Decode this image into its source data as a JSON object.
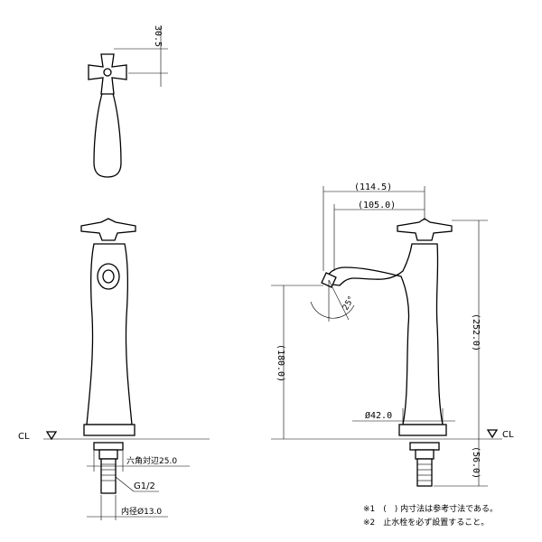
{
  "dimensions": {
    "handle_height": "30.5",
    "spout_reach_ref": "(114.5)",
    "spout_reach": "(105.0)",
    "overall_height": "(252.0)",
    "spout_height": "(180.0)",
    "below_counter": "(56.0)",
    "base_diameter": "Ø42.0",
    "spray_angle": "25°",
    "hex_across_flats": "六角対辺25.0",
    "thread": "G1/2",
    "inner_diameter": "内径Ø13.0"
  },
  "labels": {
    "cl_left": "CL",
    "cl_right": "CL"
  },
  "notes": {
    "note1": "※1　(　) 内寸法は参考寸法である。",
    "note2": "※2　止水栓を必ず設置すること。"
  }
}
